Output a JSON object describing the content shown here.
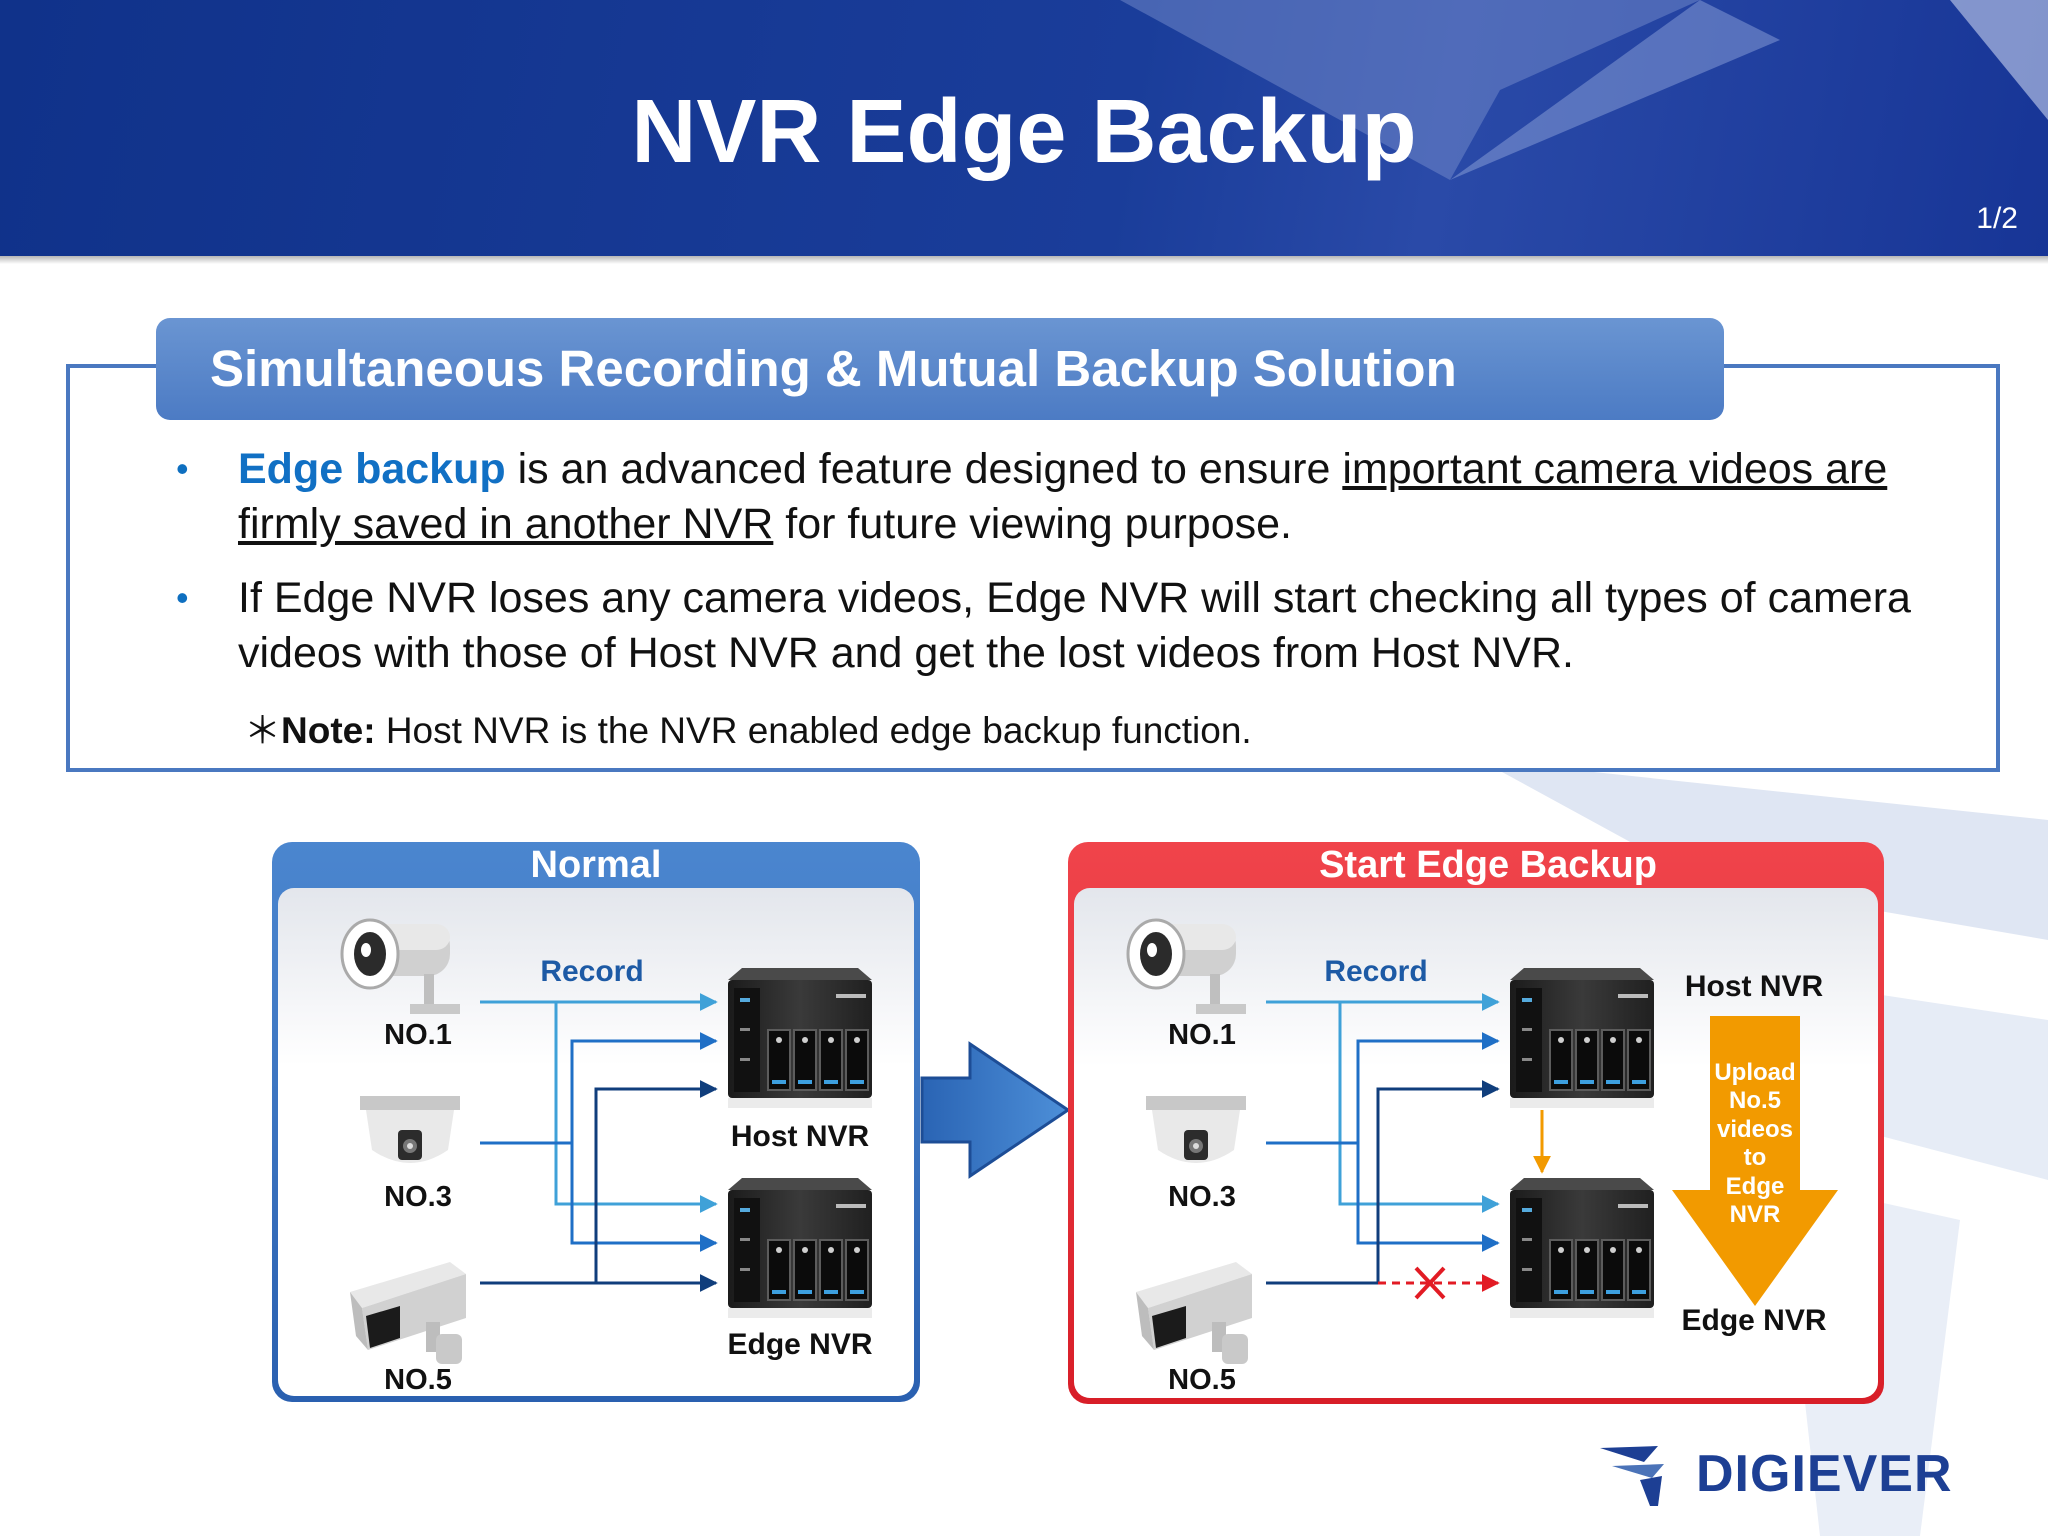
{
  "slide": {
    "title": "NVR Edge Backup",
    "page_number": "1/2"
  },
  "section": {
    "heading": "Simultaneous Recording & Mutual Backup Solution"
  },
  "bullets": [
    {
      "keyword": "Edge backup",
      "text_before": " is an advanced feature designed to ensure ",
      "underlined": "important camera videos are firmly saved in another NVR",
      "text_after": " for future viewing purpose."
    },
    {
      "text": "If Edge NVR loses any camera videos, Edge NVR will start checking all types of camera videos with those of Host NVR and get the lost videos from Host NVR."
    }
  ],
  "note": {
    "marker": "＊",
    "label": "Note:",
    "text": " Host NVR is the NVR enabled edge backup function."
  },
  "diagrams": {
    "normal": {
      "title": "Normal",
      "record_label": "Record",
      "cameras": [
        "NO.1",
        "NO.3",
        "NO.5"
      ],
      "host_label": "Host NVR",
      "edge_label": "Edge NVR"
    },
    "backup": {
      "title": "Start Edge Backup",
      "record_label": "Record",
      "cameras": [
        "NO.1",
        "NO.3",
        "NO.5"
      ],
      "host_label": "Host NVR",
      "edge_label": "Edge NVR",
      "upload_lines": [
        "Upload",
        "No.5",
        "videos",
        "to",
        "Edge",
        "NVR"
      ]
    }
  },
  "colors": {
    "header_blue": "#10328a",
    "accent_blue": "#4c7bc4",
    "keyword_blue": "#1170c4",
    "panel_red": "#e3262f",
    "upload_orange": "#f29a00"
  },
  "brand": {
    "name": "DIGIEVER"
  }
}
